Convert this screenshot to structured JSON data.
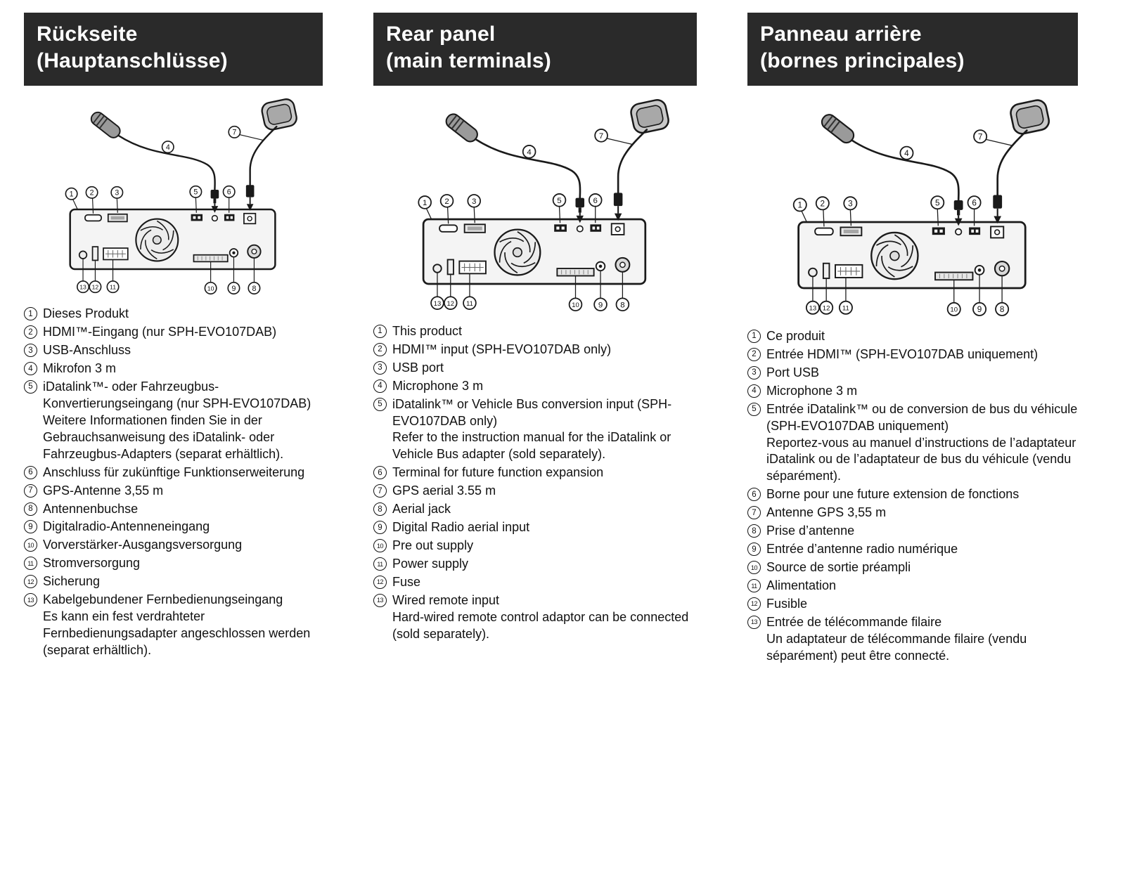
{
  "colors": {
    "header_bg": "#2a2a2a",
    "text": "#111111",
    "page_bg": "#ffffff"
  },
  "diagram": {
    "callouts": [
      "1",
      "2",
      "3",
      "4",
      "5",
      "6",
      "7",
      "8",
      "9",
      "10",
      "11",
      "12",
      "13"
    ]
  },
  "sections": [
    {
      "lang": "de",
      "title": [
        "Rückseite",
        "(Hauptanschlüsse)"
      ],
      "items": [
        {
          "num": "1",
          "text": "Dieses Produkt"
        },
        {
          "num": "2",
          "text": "HDMI™-Eingang (nur SPH-EVO107DAB)"
        },
        {
          "num": "3",
          "text": "USB-Anschluss"
        },
        {
          "num": "4",
          "text": "Mikrofon 3 m"
        },
        {
          "num": "5",
          "text": "iDatalink™- oder Fahrzeugbus-Konvertierungseingang (nur SPH-EVO107DAB)",
          "note": "Weitere Informationen finden Sie in der Gebrauchsanweisung des iDatalink- oder Fahrzeugbus-Adapters (separat erhältlich)."
        },
        {
          "num": "6",
          "text": "Anschluss für zukünftige Funktionserweiterung"
        },
        {
          "num": "7",
          "text": "GPS-Antenne 3,55 m"
        },
        {
          "num": "8",
          "text": "Antennenbuchse"
        },
        {
          "num": "9",
          "text": "Digitalradio-Antenneneingang"
        },
        {
          "num": "10",
          "text": "Vorverstärker-Ausgangsversorgung"
        },
        {
          "num": "11",
          "text": "Stromversorgung"
        },
        {
          "num": "12",
          "text": "Sicherung"
        },
        {
          "num": "13",
          "text": "Kabelgebundener Fernbedienungseingang",
          "note": "Es kann ein fest verdrahteter Fernbedienungsadapter angeschlossen werden (separat erhältlich)."
        }
      ]
    },
    {
      "lang": "en",
      "title": [
        "Rear panel",
        "(main terminals)"
      ],
      "items": [
        {
          "num": "1",
          "text": "This product"
        },
        {
          "num": "2",
          "text": "HDMI™ input (SPH-EVO107DAB only)"
        },
        {
          "num": "3",
          "text": "USB port"
        },
        {
          "num": "4",
          "text": "Microphone 3 m"
        },
        {
          "num": "5",
          "text": "iDatalink™ or Vehicle Bus conversion input (SPH-EVO107DAB only)",
          "note": "Refer to the instruction manual for the iDatalink or Vehicle Bus adapter (sold separately)."
        },
        {
          "num": "6",
          "text": "Terminal for future function expansion"
        },
        {
          "num": "7",
          "text": "GPS aerial 3.55 m"
        },
        {
          "num": "8",
          "text": "Aerial jack"
        },
        {
          "num": "9",
          "text": "Digital Radio aerial input"
        },
        {
          "num": "10",
          "text": "Pre out supply"
        },
        {
          "num": "11",
          "text": "Power supply"
        },
        {
          "num": "12",
          "text": "Fuse"
        },
        {
          "num": "13",
          "text": "Wired remote input",
          "note": "Hard-wired remote control adaptor can be connected (sold separately)."
        }
      ]
    },
    {
      "lang": "fr",
      "title": [
        "Panneau arrière",
        "(bornes principales)"
      ],
      "items": [
        {
          "num": "1",
          "text": "Ce produit"
        },
        {
          "num": "2",
          "text": "Entrée HDMI™ (SPH-EVO107DAB uniquement)"
        },
        {
          "num": "3",
          "text": "Port USB"
        },
        {
          "num": "4",
          "text": "Microphone 3 m"
        },
        {
          "num": "5",
          "text": "Entrée iDatalink™ ou de conversion de bus du véhicule (SPH-EVO107DAB uniquement)",
          "note": "Reportez-vous au manuel d’instructions de l’adaptateur iDatalink ou de l’adaptateur de bus du véhicule (vendu séparément)."
        },
        {
          "num": "6",
          "text": "Borne pour une future extension de fonctions"
        },
        {
          "num": "7",
          "text": "Antenne GPS 3,55 m"
        },
        {
          "num": "8",
          "text": "Prise d’antenne"
        },
        {
          "num": "9",
          "text": "Entrée d’antenne radio numérique"
        },
        {
          "num": "10",
          "text": "Source de sortie préampli"
        },
        {
          "num": "11",
          "text": "Alimentation"
        },
        {
          "num": "12",
          "text": "Fusible"
        },
        {
          "num": "13",
          "text": "Entrée de télécommande filaire",
          "note": "Un adaptateur de télécommande filaire (vendu séparément) peut être connecté."
        }
      ]
    }
  ]
}
